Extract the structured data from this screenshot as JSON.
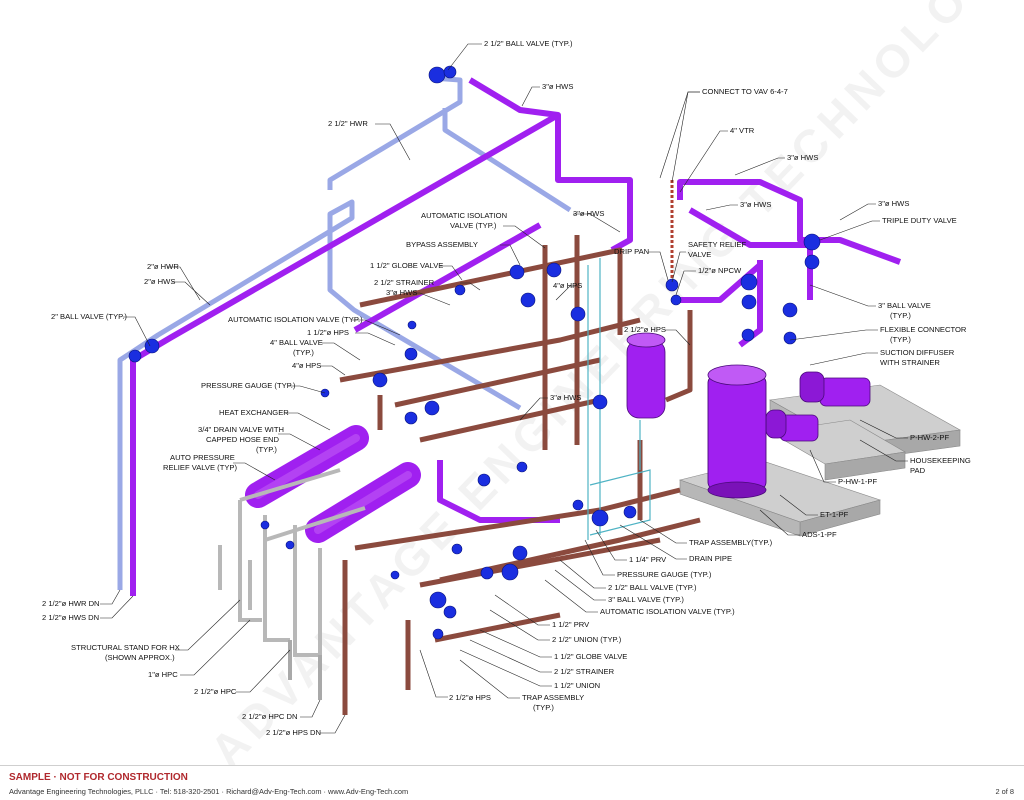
{
  "colors": {
    "hws": "#a020f0",
    "hwr": "#9aa8e6",
    "hps": "#8b4a3e",
    "hpc": "#b8b8b8",
    "valve": "#1a2ee0",
    "pad": "#b9b9b9",
    "teal": "#4fb3c4",
    "footer_red": "#b0282d"
  },
  "watermark": "ADVANTAGE ENGINEERING TECHNOLOGIES, PLLC",
  "labels": [
    {
      "id": "ball-valve-top",
      "text": "2 1/2\" BALL VALVE (TYP.)"
    },
    {
      "id": "hws-3-top",
      "text": "3\"ø HWS"
    },
    {
      "id": "connect-vav",
      "text": "CONNECT TO VAV 6-4-7"
    },
    {
      "id": "hwr-212-top",
      "text": "2 1/2\" HWR"
    },
    {
      "id": "vtr-4",
      "text": "4\" VTR"
    },
    {
      "id": "hws-3-right",
      "text": "3\"ø HWS"
    },
    {
      "id": "hws-3-mid",
      "text": "3\"ø HWS"
    },
    {
      "id": "hws-3-far",
      "text": "3\"ø HWS"
    },
    {
      "id": "triple-duty",
      "text": "TRIPLE DUTY VALVE"
    },
    {
      "id": "auto-iso-top-1",
      "text": "AUTOMATIC ISOLATION"
    },
    {
      "id": "auto-iso-top-2",
      "text": "VALVE (TYP.)"
    },
    {
      "id": "hws-3-center",
      "text": "3\"ø HWS"
    },
    {
      "id": "drip-pan",
      "text": "DRIP PAN"
    },
    {
      "id": "safety-relief-1",
      "text": "SAFETY RELIEF"
    },
    {
      "id": "safety-relief-2",
      "text": "VALVE"
    },
    {
      "id": "bypass",
      "text": "BYPASS ASSEMBLY"
    },
    {
      "id": "globe-112",
      "text": "1 1/2\" GLOBE VALVE"
    },
    {
      "id": "npcw",
      "text": "1/2\"ø NPCW"
    },
    {
      "id": "strainer-212-left",
      "text": "2 1/2\" STRAINER"
    },
    {
      "id": "hws-3-left",
      "text": "3\"ø HWS"
    },
    {
      "id": "hps-4-center",
      "text": "4\"ø HPS"
    },
    {
      "id": "hwr-2",
      "text": "2\"ø HWR"
    },
    {
      "id": "hws-2",
      "text": "2\"ø HWS"
    },
    {
      "id": "ball-valve-3-1",
      "text": "3\" BALL VALVE"
    },
    {
      "id": "ball-valve-3-2",
      "text": "(TYP.)"
    },
    {
      "id": "ball-valve-2",
      "text": "2\" BALL VALVE (TYP.)"
    },
    {
      "id": "auto-iso-left",
      "text": "AUTOMATIC ISOLATION VALVE (TYP.)"
    },
    {
      "id": "hps-112",
      "text": "1 1/2\"ø HPS"
    },
    {
      "id": "hps-212-center",
      "text": "2 1/2\"ø HPS"
    },
    {
      "id": "flex-conn-1",
      "text": "FLEXIBLE CONNECTOR"
    },
    {
      "id": "flex-conn-2",
      "text": "(TYP.)"
    },
    {
      "id": "ball-valve-4-1",
      "text": "4\" BALL VALVE"
    },
    {
      "id": "ball-valve-4-2",
      "text": "(TYP.)"
    },
    {
      "id": "suction-1",
      "text": "SUCTION DIFFUSER"
    },
    {
      "id": "suction-2",
      "text": "WITH STRAINER"
    },
    {
      "id": "hps-4-left",
      "text": "4\"ø HPS"
    },
    {
      "id": "pressure-gauge-left",
      "text": "PRESSURE GAUGE (TYP.)"
    },
    {
      "id": "hws-3-lower",
      "text": "3\"ø HWS"
    },
    {
      "id": "heat-exchanger",
      "text": "HEAT EXCHANGER"
    },
    {
      "id": "drain-valve-1",
      "text": "3/4\" DRAIN VALVE WITH"
    },
    {
      "id": "drain-valve-2",
      "text": "CAPPED HOSE END"
    },
    {
      "id": "drain-valve-3",
      "text": "(TYP.)"
    },
    {
      "id": "php2",
      "text": "P-HW-2-PF"
    },
    {
      "id": "housekeeping-1",
      "text": "HOUSEKEEPING"
    },
    {
      "id": "housekeeping-2",
      "text": "PAD"
    },
    {
      "id": "auto-press-1",
      "text": "AUTO PRESSURE"
    },
    {
      "id": "auto-press-2",
      "text": "RELIEF VALVE (TYP)"
    },
    {
      "id": "php1",
      "text": "P-HW-1-PF"
    },
    {
      "id": "et1",
      "text": "ET-1-PF"
    },
    {
      "id": "ads1",
      "text": "ADS-1-PF"
    },
    {
      "id": "trap-assy-right",
      "text": "TRAP ASSEMBLY(TYP.)"
    },
    {
      "id": "drain-pipe",
      "text": "DRAIN PIPE"
    },
    {
      "id": "prv-114",
      "text": "1 1/4\" PRV"
    },
    {
      "id": "pressure-gauge-center",
      "text": "PRESSURE GAUGE (TYP.)"
    },
    {
      "id": "ball-valve-212-center",
      "text": "2 1/2\" BALL VALVE (TYP.)"
    },
    {
      "id": "ball-valve-3-center",
      "text": "3\" BALL VALVE (TYP.)"
    },
    {
      "id": "auto-iso-bottom",
      "text": "AUTOMATIC ISOLATION VALVE (TYP.)"
    },
    {
      "id": "hwr-dn",
      "text": "2 1/2\"ø HWR DN"
    },
    {
      "id": "hws-dn",
      "text": "2 1/2\"ø HWS DN"
    },
    {
      "id": "prv-112",
      "text": "1 1/2\" PRV"
    },
    {
      "id": "union-212",
      "text": "2 1/2\" UNION (TYP.)"
    },
    {
      "id": "structural-1",
      "text": "STRUCTURAL STAND FOR HX"
    },
    {
      "id": "structural-2",
      "text": "(SHOWN APPROX.)"
    },
    {
      "id": "globe-112-bottom",
      "text": "1 1/2\" GLOBE VALVE"
    },
    {
      "id": "strainer-212-bottom",
      "text": "2 1/2\" STRAINER"
    },
    {
      "id": "hpc-1",
      "text": "1\"ø HPC"
    },
    {
      "id": "union-112",
      "text": "1 1/2\" UNION"
    },
    {
      "id": "hpc-212",
      "text": "2 1/2\"ø HPC"
    },
    {
      "id": "hps-212-bottom",
      "text": "2 1/2\"ø HPS"
    },
    {
      "id": "trap-assy-bottom-1",
      "text": "TRAP ASSEMBLY"
    },
    {
      "id": "trap-assy-bottom-2",
      "text": "(TYP.)"
    },
    {
      "id": "hpc-dn",
      "text": "2 1/2\"ø HPC DN"
    },
    {
      "id": "hps-dn",
      "text": "2 1/2\"ø HPS DN"
    }
  ],
  "footer": {
    "sample": "SAMPLE  ·  NOT FOR CONSTRUCTION",
    "company": "Advantage Engineering Technologies, PLLC   ·   Tel: 518-320-2501   ·   Richard@Adv-Eng-Tech.com   ·   www.Adv-Eng-Tech.com",
    "page": "2 of 8"
  }
}
